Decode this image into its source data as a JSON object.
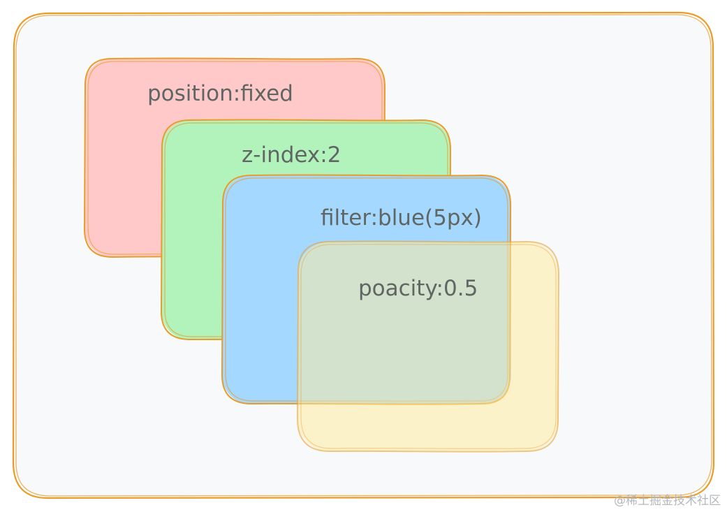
{
  "diagram": {
    "colors": {
      "container_fill": "#f8f9fa",
      "border_orange": "#ea9c2a",
      "red_fill": "#ffc9c9",
      "green_fill": "#b2f2bb",
      "blue_fill": "#a5d8ff",
      "yellow_fill": "#ffec99"
    },
    "boxes": [
      {
        "name": "fixed-box",
        "label": "position:fixed"
      },
      {
        "name": "zindex-box",
        "label": "z-index:2"
      },
      {
        "name": "filter-box",
        "label": "filter:blue(5px)"
      },
      {
        "name": "opacity-box",
        "label": "poacity:0.5"
      }
    ]
  },
  "watermark": "@稀土掘金技术社区"
}
